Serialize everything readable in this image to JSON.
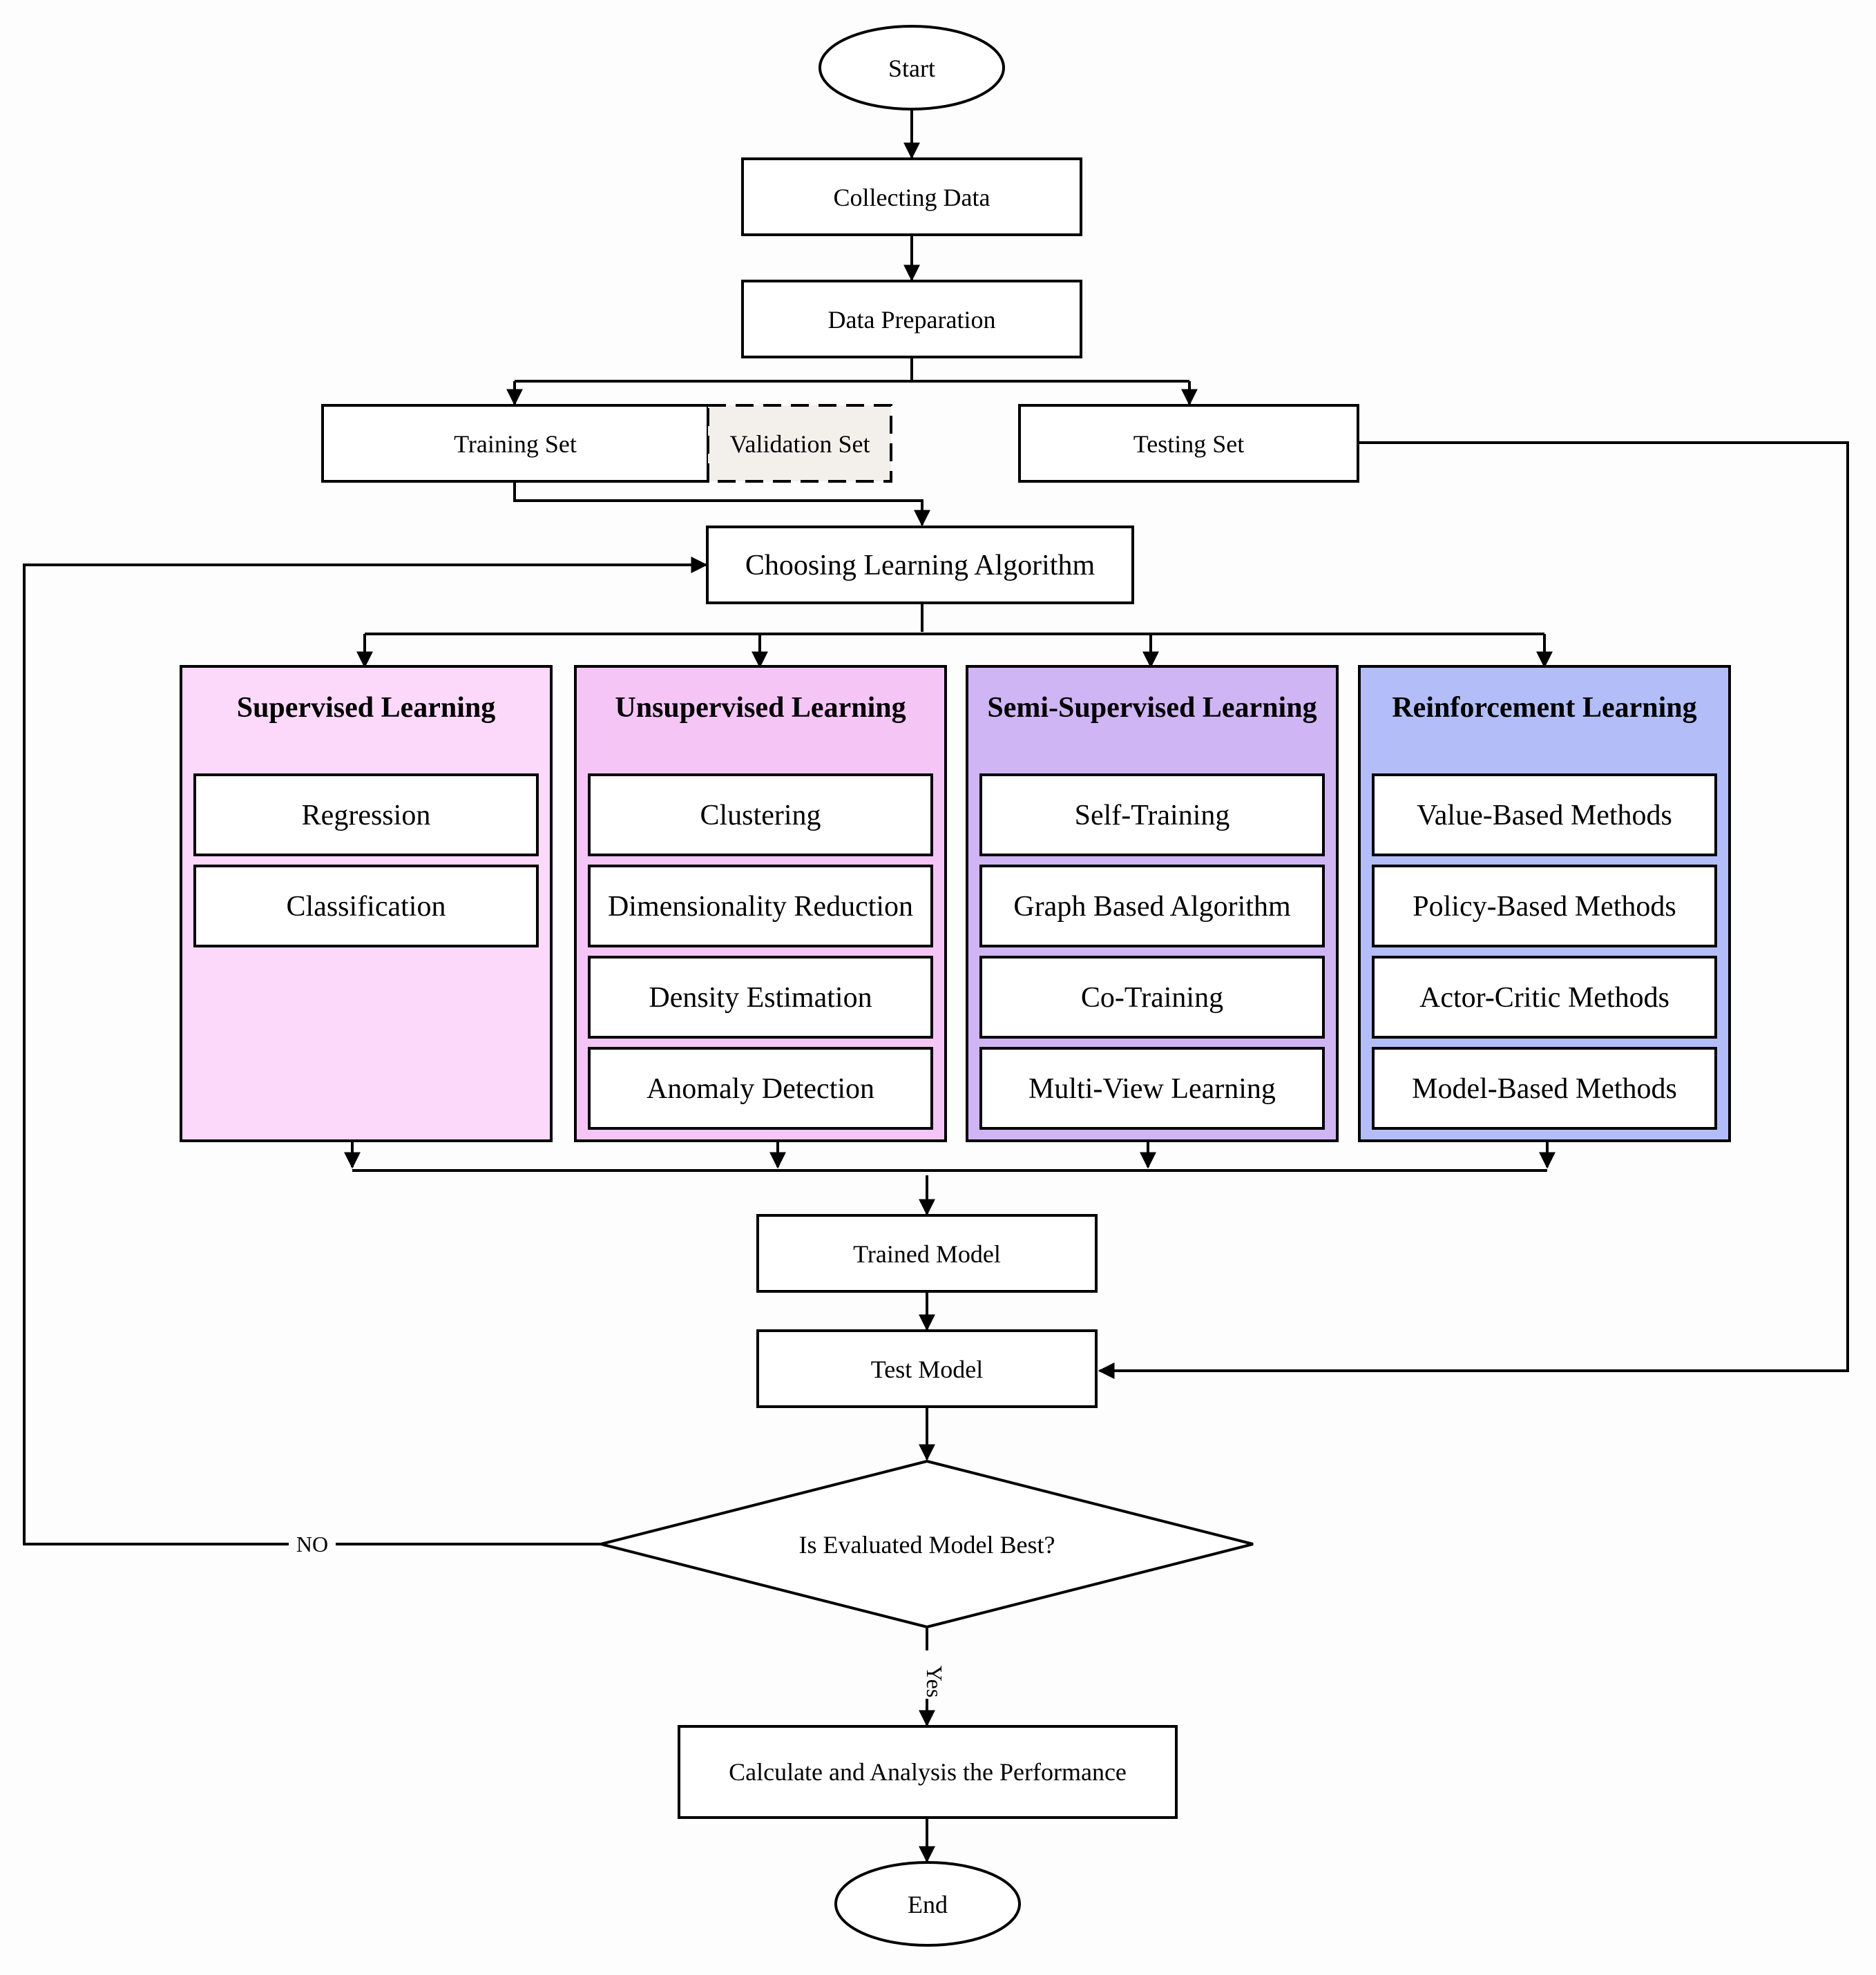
{
  "nodes": {
    "start": "Start",
    "collecting_data": "Collecting Data",
    "data_preparation": "Data Preparation",
    "training_set": "Training Set",
    "validation_set": "Validation Set",
    "testing_set": "Testing Set",
    "choosing_algorithm": "Choosing Learning Algorithm",
    "trained_model": "Trained Model",
    "test_model": "Test Model",
    "decision": "Is Evaluated Model Best?",
    "calculate": "Calculate and Analysis the Performance",
    "end": "End"
  },
  "edge_labels": {
    "no": "NO",
    "yes": "Yes"
  },
  "groups": [
    {
      "title": "Supervised Learning",
      "color": "#fcd9fa",
      "items": [
        "Regression",
        "Classification"
      ]
    },
    {
      "title": "Unsupervised Learning",
      "color": "#f5c5f6",
      "items": [
        "Clustering",
        "Dimensionality Reduction",
        "Density Estimation",
        "Anomaly Detection"
      ]
    },
    {
      "title": "Semi-Supervised Learning",
      "color": "#d0b5f4",
      "items": [
        "Self-Training",
        "Graph Based Algorithm",
        "Co-Training",
        "Multi-View Learning"
      ]
    },
    {
      "title": "Reinforcement Learning",
      "color": "#b3bef8",
      "items": [
        "Value-Based Methods",
        "Policy-Based Methods",
        "Actor-Critic Methods",
        "Model-Based Methods"
      ]
    }
  ],
  "colors": {
    "validation_fill": "#f3efea",
    "stroke": "#000000"
  }
}
